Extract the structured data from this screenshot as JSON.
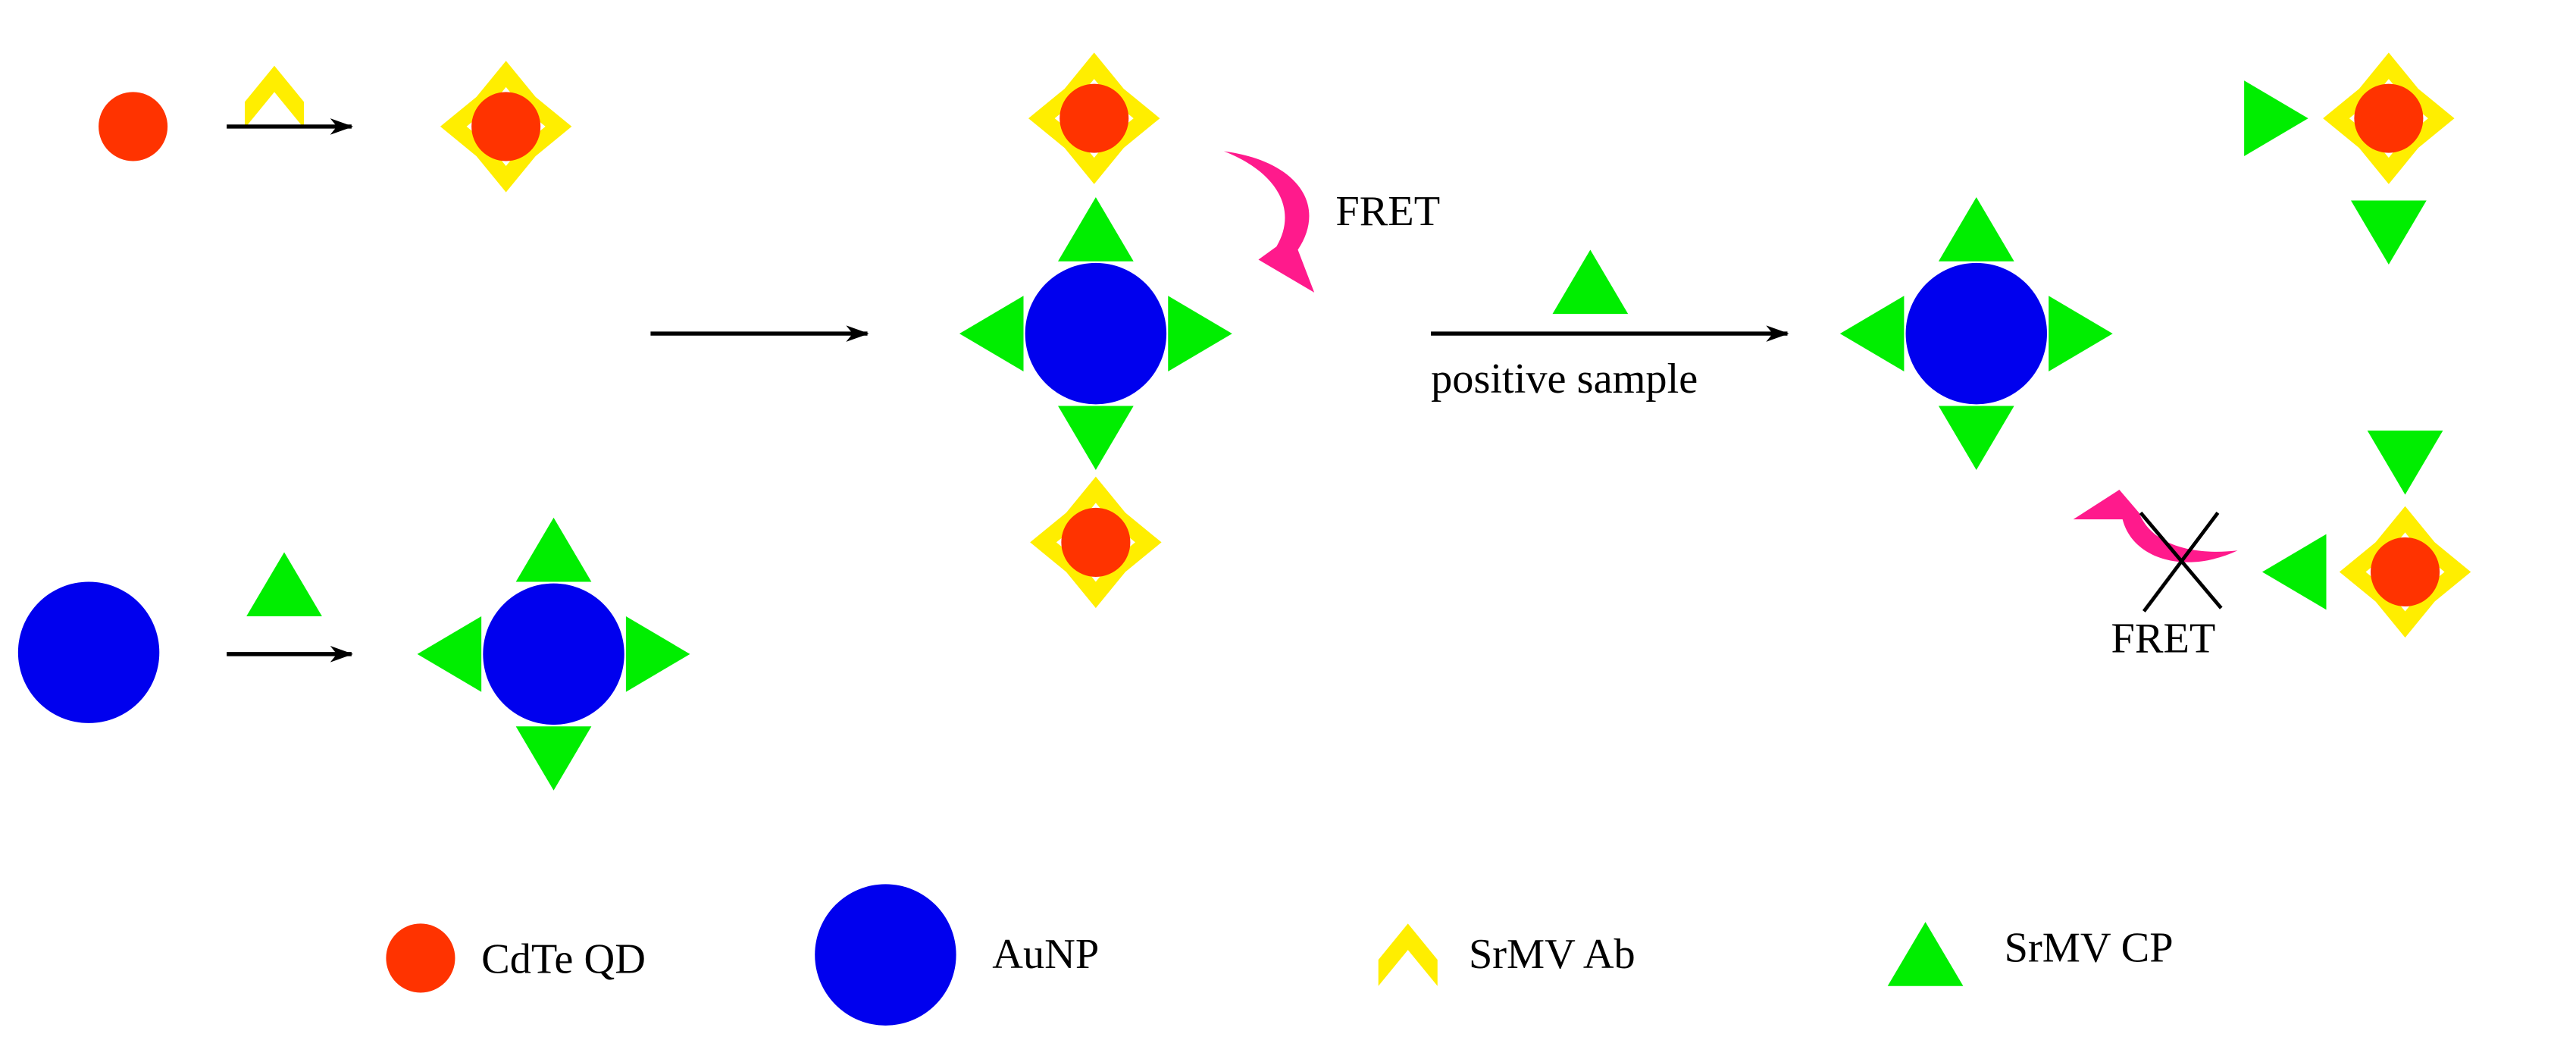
{
  "labels": {
    "fret_top": "FRET",
    "fret_bottom": "FRET",
    "positive_sample": "positive sample"
  },
  "legend": [
    {
      "label": "CdTe QD",
      "icon": "qd-dot-icon"
    },
    {
      "label": "AuNP",
      "icon": "aunp-dot-icon"
    },
    {
      "label": "SrMV Ab",
      "icon": "antibody-chevron-icon"
    },
    {
      "label": "SrMV CP",
      "icon": "coat-protein-triangle-icon"
    }
  ],
  "colors": {
    "qd": "#ff3300",
    "aunp": "#0000ee",
    "antibody": "#ffee00",
    "coat_protein": "#00ee00",
    "fret_arrow": "#ff1a8c",
    "arrow": "#000000"
  }
}
